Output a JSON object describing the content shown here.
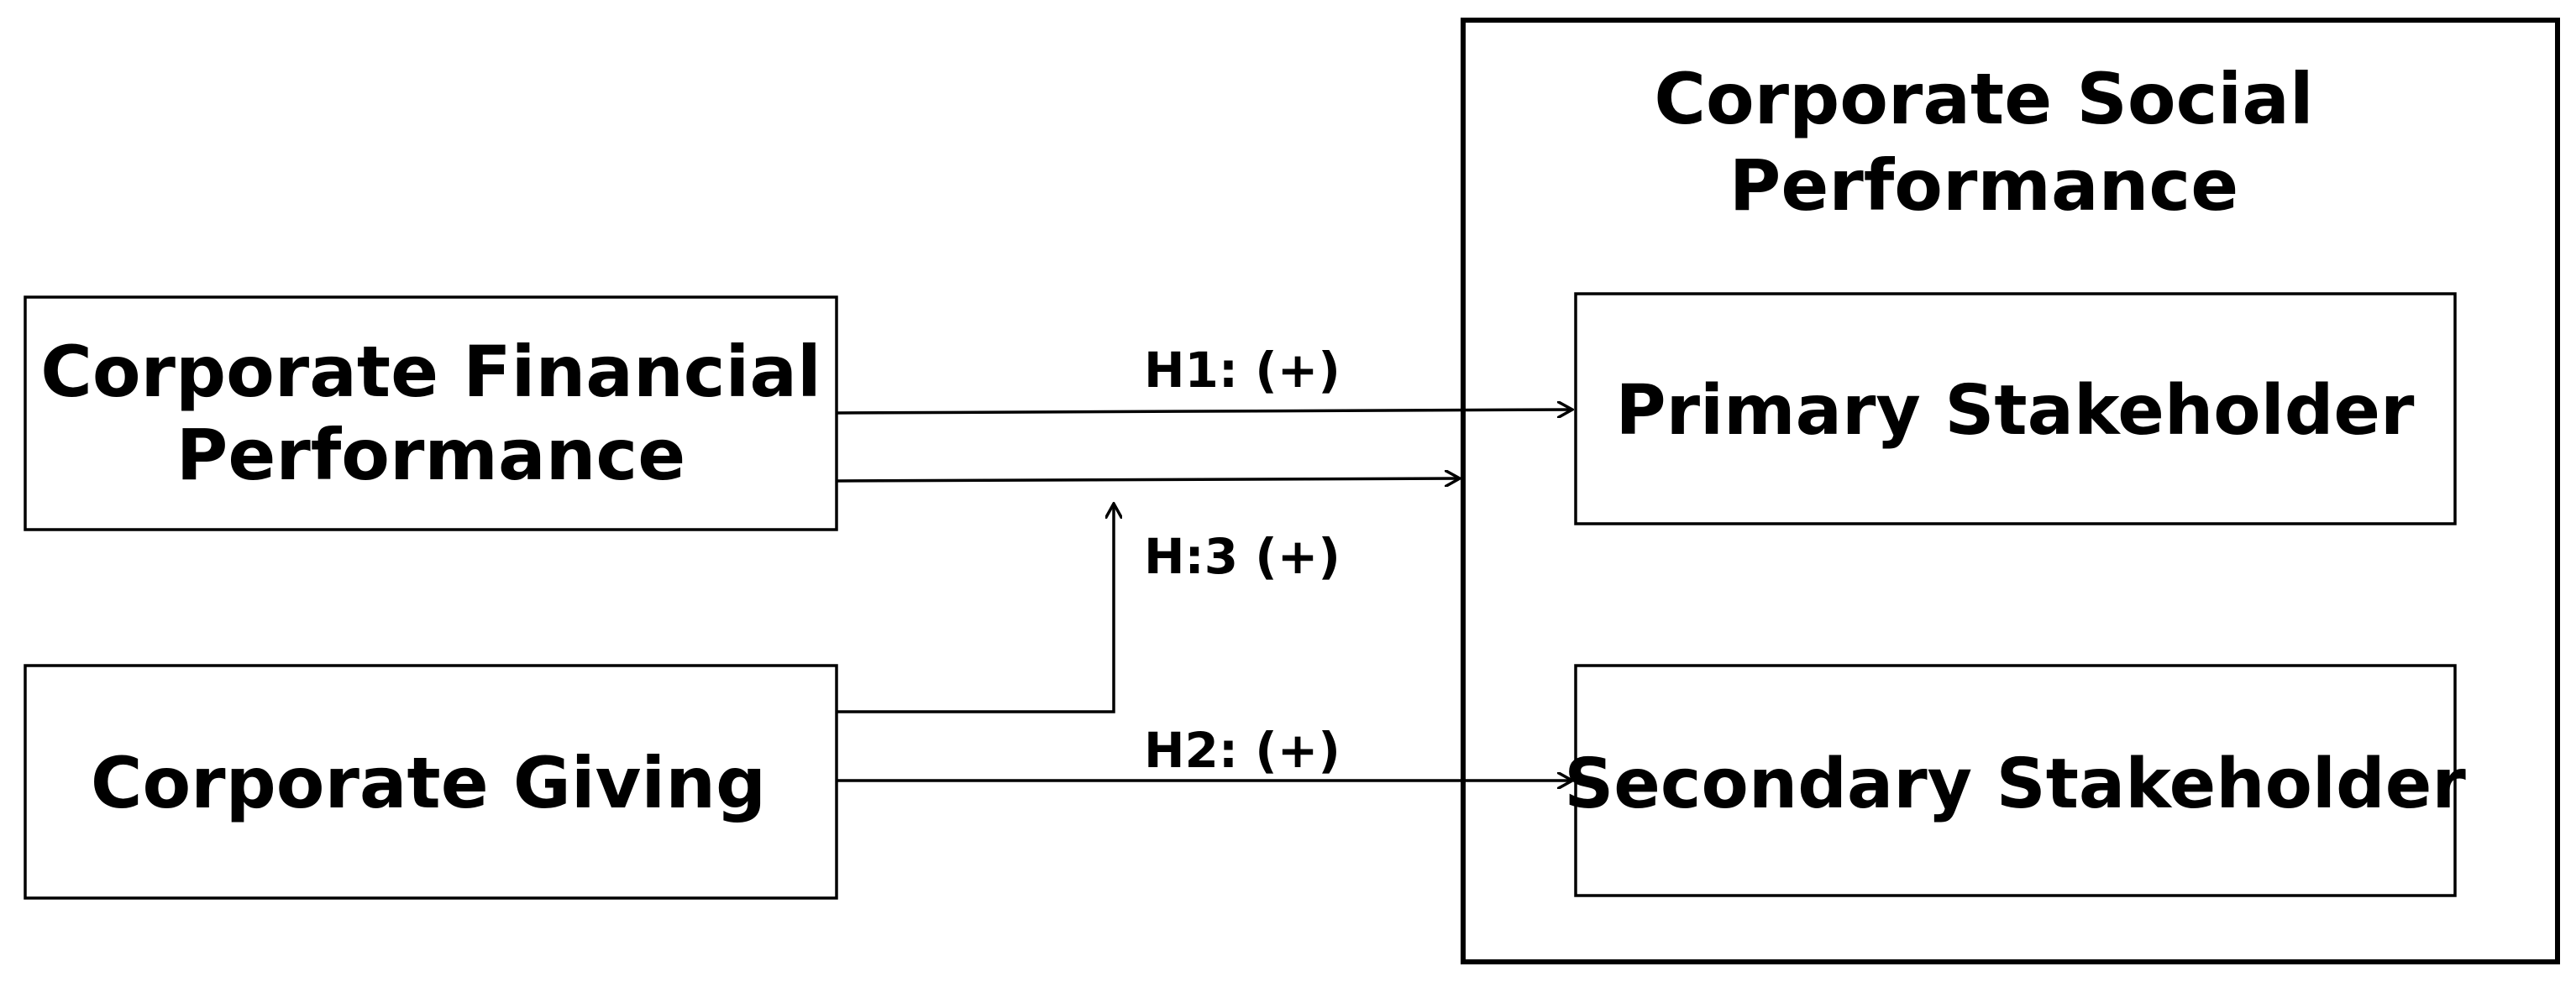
{
  "diagram": {
    "nodes": {
      "cfp": {
        "line1": "Corporate Financial",
        "line2": "Performance"
      },
      "giving": {
        "label": "Corporate Giving"
      },
      "csp": {
        "line1": "Corporate Social",
        "line2": "Performance"
      },
      "primary": {
        "label": "Primary Stakeholder"
      },
      "secondary": {
        "label": "Secondary Stakeholder"
      }
    },
    "edges": {
      "h1": {
        "label": "H1: (+)",
        "from": "Corporate Financial Performance",
        "to": "Primary Stakeholder"
      },
      "h2": {
        "label": "H2: (+)",
        "from": "Corporate Giving",
        "to": "Secondary Stakeholder"
      },
      "h3": {
        "label": "H:3 (+)",
        "from": "Corporate Giving",
        "to": "Corporate Financial Performance → Corporate Social Performance link"
      }
    }
  }
}
